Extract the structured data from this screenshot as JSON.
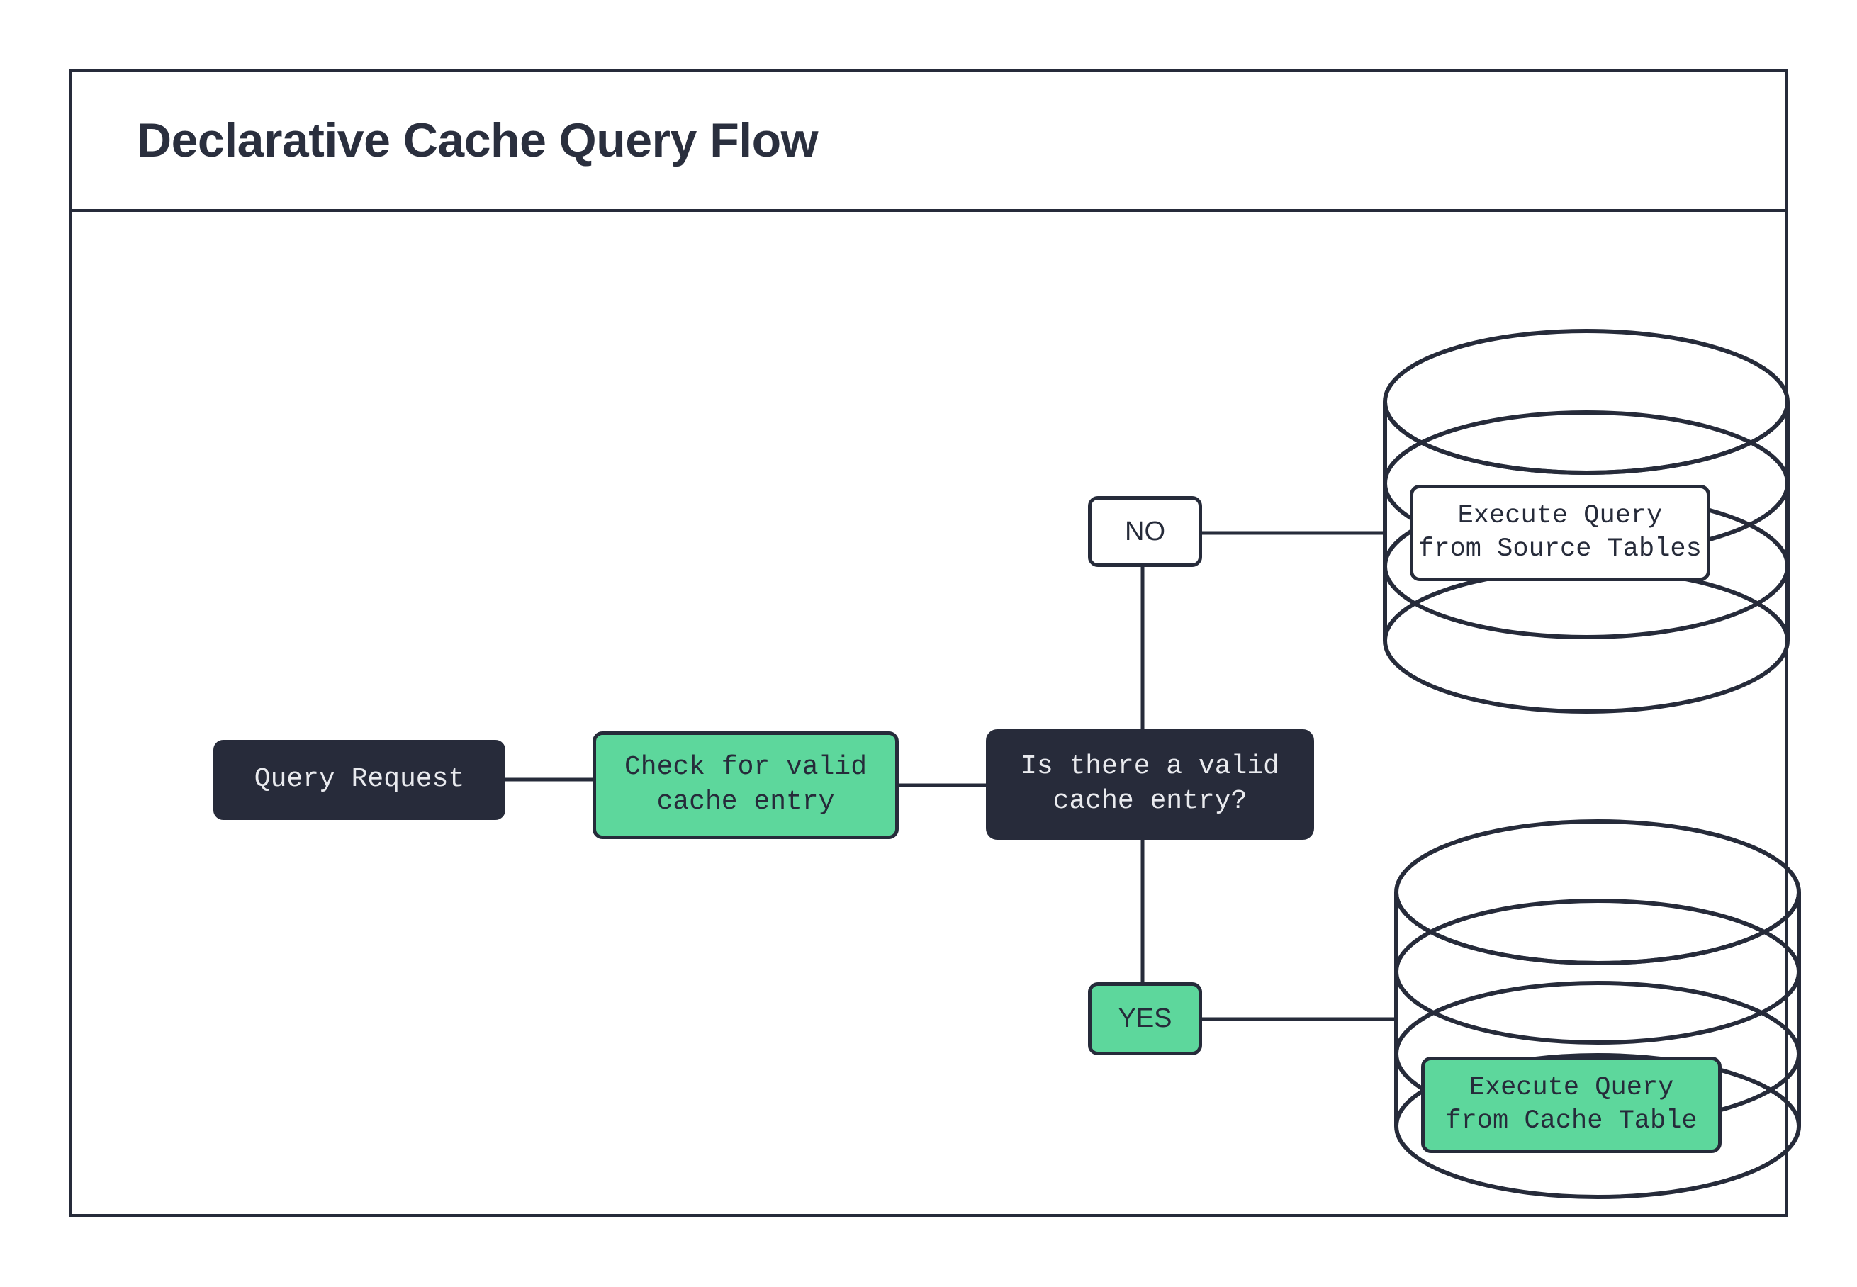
{
  "diagram": {
    "title": "Declarative Cache Query Flow",
    "colors": {
      "ink": "#262B3A",
      "accent_green": "#5DD79C",
      "dark_fill": "#272B3A",
      "white_fill": "#FFFFFF"
    },
    "nodes": {
      "query_request": "Query Request",
      "check_cache": "Check for valid\ncache entry",
      "decision": "Is there a valid\ncache entry?",
      "branch_no": "NO",
      "branch_yes": "YES",
      "source_tables": "Execute Query\nfrom Source Tables",
      "cache_table": "Execute Query\nfrom Cache Table"
    },
    "shapes": {
      "source_db": "database-cylinder",
      "cache_db": "database-cylinder"
    }
  }
}
